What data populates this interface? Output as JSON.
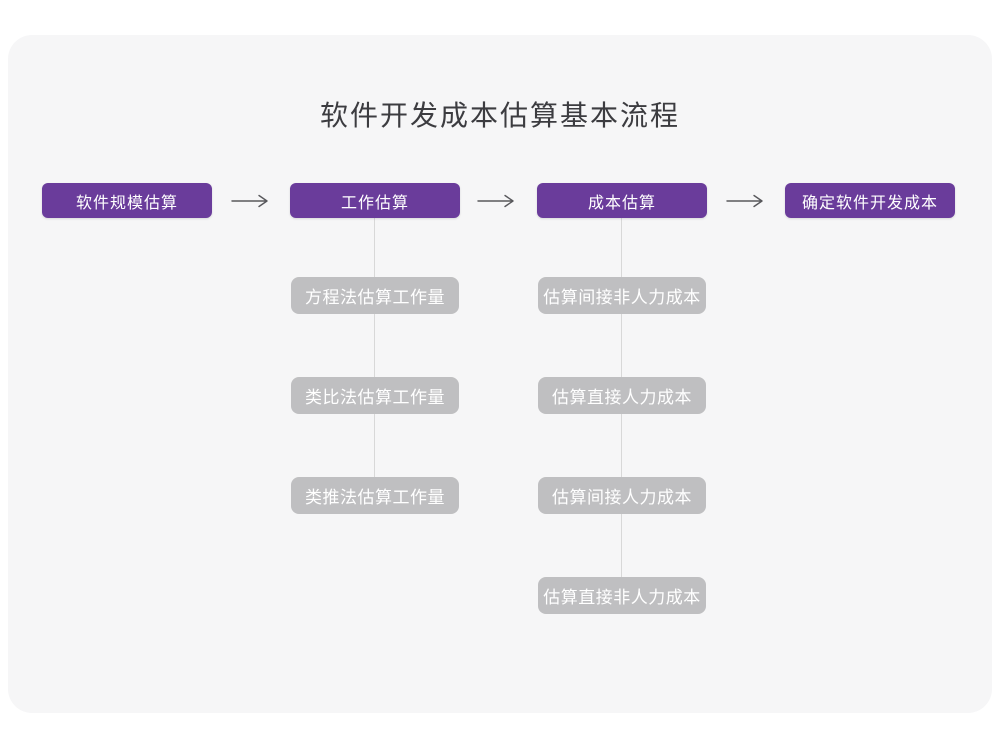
{
  "title": "软件开发成本估算基本流程",
  "colors": {
    "card_bg": "#f6f6f7",
    "node_purple": "#6a3c9b",
    "node_gray": "#bfbfc1",
    "connector": "#d8d8d8",
    "arrow": "#58585c",
    "title_text": "#3c3c40"
  },
  "flow": {
    "nodes": [
      {
        "label": "软件规模估算"
      },
      {
        "label": "工作估算"
      },
      {
        "label": "成本估算"
      },
      {
        "label": "确定软件开发成本"
      }
    ]
  },
  "sub_chains": {
    "work_estimation": [
      "方程法估算工作量",
      "类比法估算工作量",
      "类推法估算工作量"
    ],
    "cost_estimation": [
      "估算间接非人力成本",
      "估算直接人力成本",
      "估算间接人力成本",
      "估算直接非人力成本"
    ]
  }
}
